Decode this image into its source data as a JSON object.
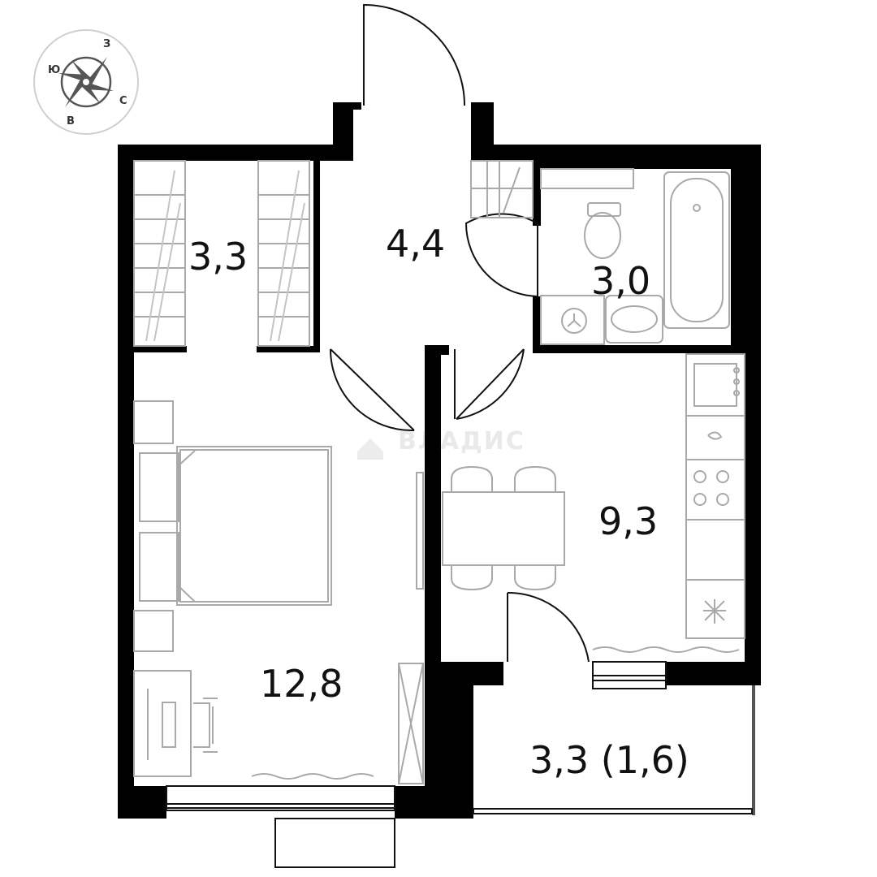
{
  "compass": {
    "letters": {
      "north_cyr": "С",
      "south": "Ю",
      "east": "В",
      "west": "З"
    }
  },
  "watermark": {
    "text": "ВЛАДИС"
  },
  "rooms": [
    {
      "id": "wardrobe",
      "area": "3,3"
    },
    {
      "id": "hallway",
      "area": "4,4"
    },
    {
      "id": "bathroom",
      "area": "3,0"
    },
    {
      "id": "bedroom",
      "area": "12,8"
    },
    {
      "id": "kitchen",
      "area": "9,3"
    },
    {
      "id": "balcony",
      "area": "3,3 (1,6)"
    }
  ],
  "colors": {
    "wall": "#000000",
    "furniture": "#a9a9a9",
    "text": "#111111"
  }
}
